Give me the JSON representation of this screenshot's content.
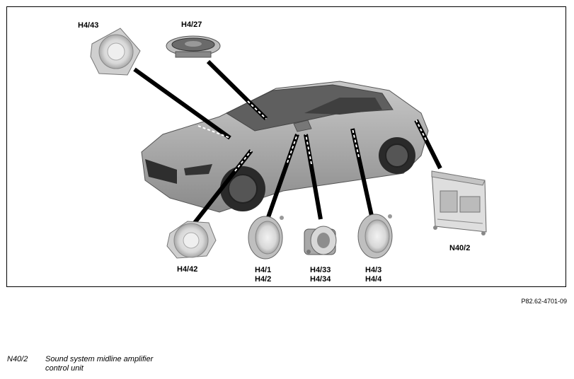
{
  "labels": {
    "h4_43": "H4/43",
    "h4_27": "H4/27",
    "h4_42": "H4/42",
    "h4_1": "H4/1",
    "h4_2": "H4/2",
    "h4_33": "H4/33",
    "h4_34": "H4/34",
    "h4_3": "H4/3",
    "h4_4": "H4/4",
    "n40_2": "N40/2"
  },
  "reference_code": "P82.62-4701-09",
  "legend": {
    "code": "N40/2",
    "description_line1": "Sound system midline amplifier",
    "description_line2": "control unit"
  }
}
